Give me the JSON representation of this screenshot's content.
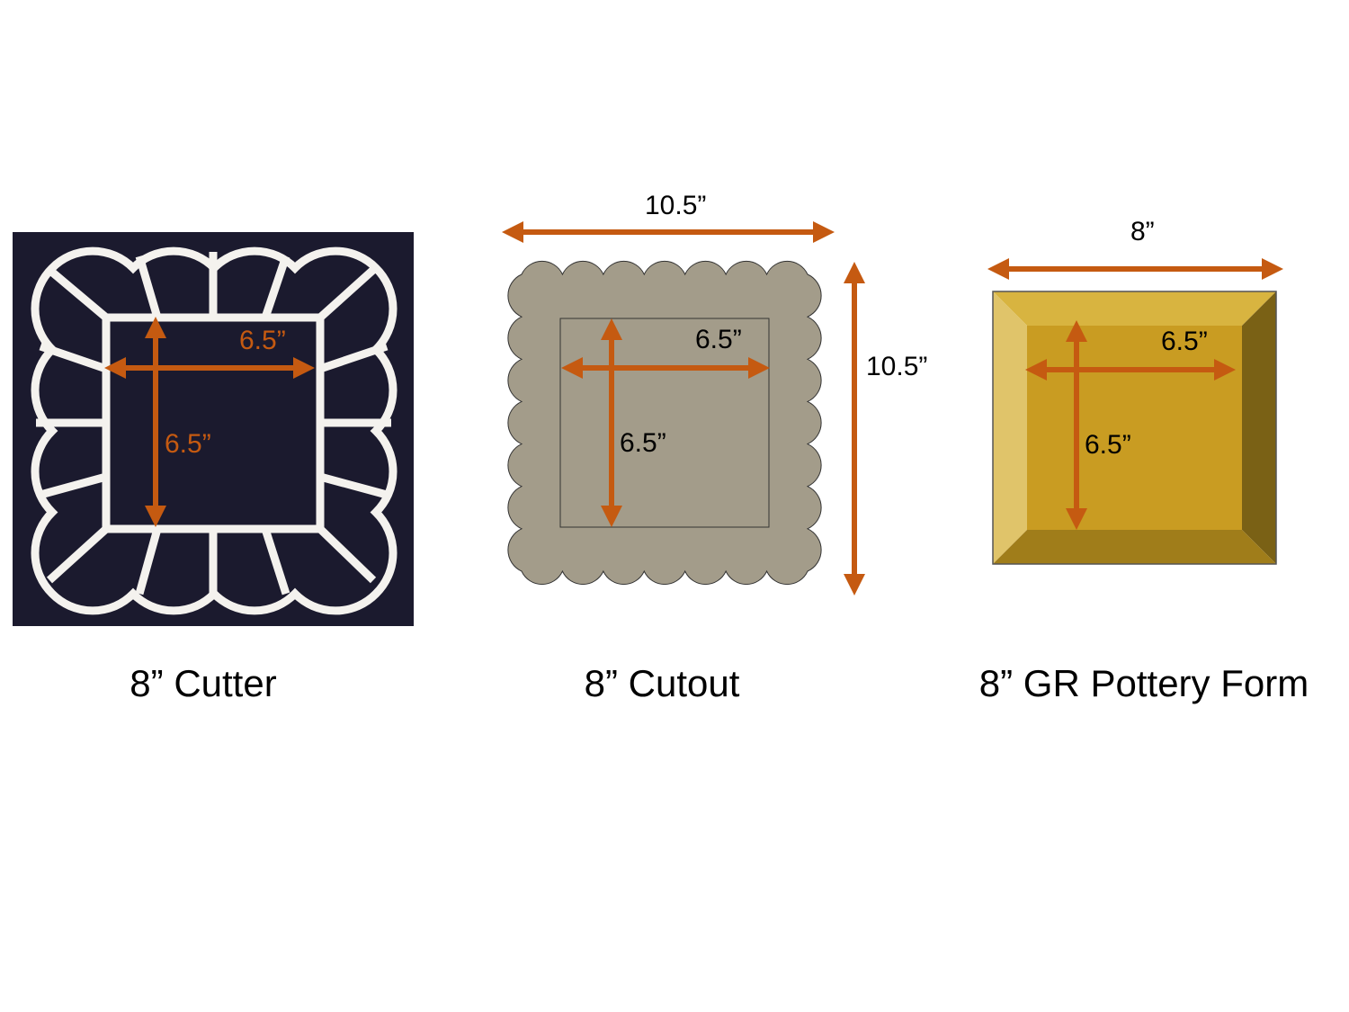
{
  "colors": {
    "arrow": "#c55a11",
    "cutter_bg": "#1b1a2e",
    "cutout_fill": "#a39c8a",
    "form_inner": "#c99c22"
  },
  "cutter": {
    "title": "8” Cutter",
    "width_label": "6.5”",
    "height_label": "6.5”"
  },
  "cutout": {
    "title": "8” Cutout",
    "outer_width_label": "10.5”",
    "outer_height_label": "10.5”",
    "inner_width_label": "6.5”",
    "inner_height_label": "6.5”"
  },
  "form": {
    "title": "8” GR Pottery Form",
    "outer_width_label": "8”",
    "inner_width_label": "6.5”",
    "inner_height_label": "6.5”"
  }
}
